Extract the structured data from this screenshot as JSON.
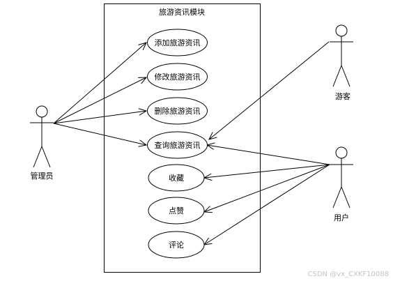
{
  "system": {
    "title": "旅游资讯模块"
  },
  "actors": {
    "admin": "管理员",
    "tourist": "游客",
    "user": "用户"
  },
  "use_cases": {
    "add": "添加旅游资讯",
    "edit": "修改旅游资讯",
    "delete": "删除旅游资讯",
    "query": "查询旅游资讯",
    "favorite": "收藏",
    "like": "点赞",
    "comment": "评论"
  },
  "watermark": "CSDN @vx_CXKF10088"
}
